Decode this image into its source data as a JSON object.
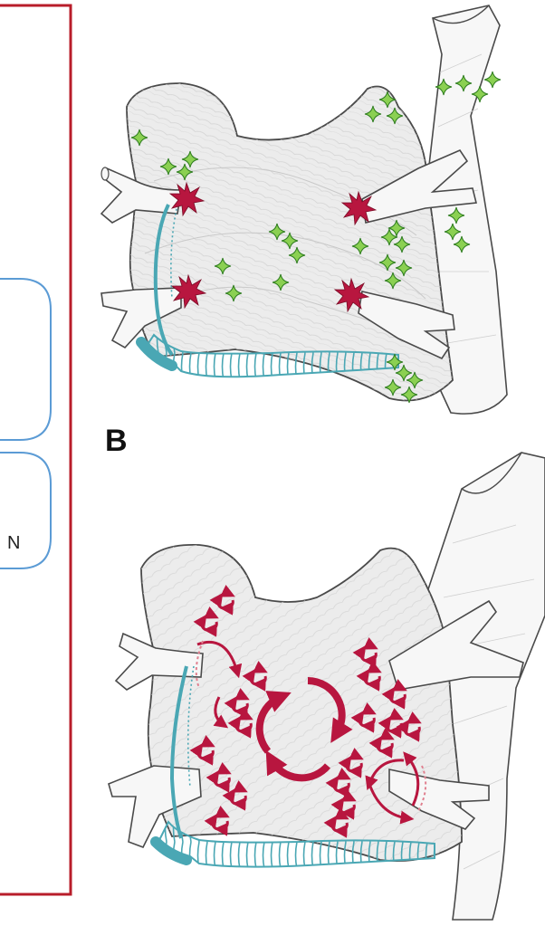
{
  "panels": [
    {
      "id": "panel-a",
      "label": ""
    },
    {
      "id": "panel-b",
      "label": "B"
    }
  ],
  "clipped_box_text": "N",
  "colors": {
    "outline": "#4a4a4a",
    "fiber": "#c9c9c9",
    "atrium_fill": "#ececec",
    "vessel_fill": "#f7f7f7",
    "trigger_burst": "#b8163f",
    "ganglia_star": "#7cc242",
    "ganglia_star_outline": "#2e7d1f",
    "coronary_sinus": "#4aa7b4",
    "rotor": "#b8163f",
    "frame_red": "#b81d2a",
    "box_blue": "#5b9bd5"
  },
  "icons": [
    "trigger-burst-icon",
    "ganglion-star-icon",
    "rotor-icon",
    "reentry-arrow-icon"
  ]
}
